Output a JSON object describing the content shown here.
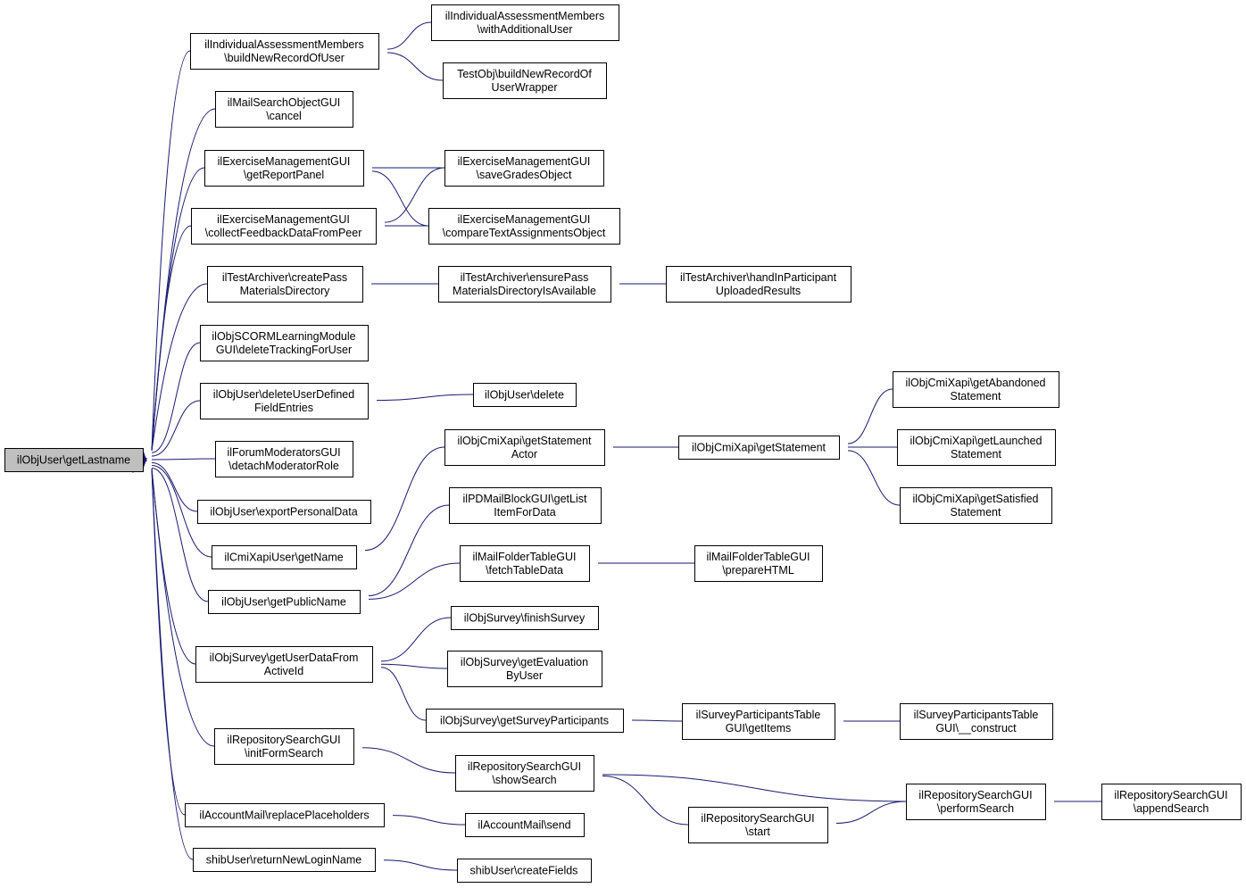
{
  "nodes": [
    {
      "id": "root",
      "lines": [
        "ilObjUser\\getLastname"
      ],
      "root": true
    },
    {
      "id": "n1",
      "lines": [
        "ilIndividualAssessmentMembers",
        "\\buildNewRecordOfUser"
      ]
    },
    {
      "id": "n2",
      "lines": [
        "ilMailSearchObjectGUI",
        "\\cancel"
      ]
    },
    {
      "id": "n3",
      "lines": [
        "ilExerciseManagementGUI",
        "\\getReportPanel"
      ]
    },
    {
      "id": "n4",
      "lines": [
        "ilExerciseManagementGUI",
        "\\collectFeedbackDataFromPeer"
      ]
    },
    {
      "id": "n5",
      "lines": [
        "ilTestArchiver\\createPass",
        "MaterialsDirectory"
      ]
    },
    {
      "id": "n6",
      "lines": [
        "ilObjSCORMLearningModule",
        "GUI\\deleteTrackingForUser"
      ]
    },
    {
      "id": "n7",
      "lines": [
        "ilObjUser\\deleteUserDefined",
        "FieldEntries"
      ]
    },
    {
      "id": "n8",
      "lines": [
        "ilForumModeratorsGUI",
        "\\detachModeratorRole"
      ]
    },
    {
      "id": "n9",
      "lines": [
        "ilObjUser\\exportPersonalData"
      ]
    },
    {
      "id": "n10",
      "lines": [
        "ilCmiXapiUser\\getName"
      ]
    },
    {
      "id": "n11",
      "lines": [
        "ilObjUser\\getPublicName"
      ]
    },
    {
      "id": "n12",
      "lines": [
        "ilObjSurvey\\getUserDataFrom",
        "ActiveId"
      ]
    },
    {
      "id": "n13",
      "lines": [
        "ilRepositorySearchGUI",
        "\\initFormSearch"
      ]
    },
    {
      "id": "n14",
      "lines": [
        "ilAccountMail\\replacePlaceholders"
      ]
    },
    {
      "id": "n15",
      "lines": [
        "shibUser\\returnNewLoginName"
      ]
    },
    {
      "id": "m1",
      "lines": [
        "ilIndividualAssessmentMembers",
        "\\withAdditionalUser"
      ]
    },
    {
      "id": "m2",
      "lines": [
        "TestObj\\buildNewRecordOf",
        "UserWrapper"
      ]
    },
    {
      "id": "m3",
      "lines": [
        "ilExerciseManagementGUI",
        "\\saveGradesObject"
      ]
    },
    {
      "id": "m4",
      "lines": [
        "ilExerciseManagementGUI",
        "\\compareTextAssignmentsObject"
      ]
    },
    {
      "id": "m5",
      "lines": [
        "ilTestArchiver\\ensurePass",
        "MaterialsDirectoryIsAvailable"
      ]
    },
    {
      "id": "m6",
      "lines": [
        "ilObjUser\\delete"
      ]
    },
    {
      "id": "m7",
      "lines": [
        "ilObjCmiXapi\\getStatement",
        "Actor"
      ]
    },
    {
      "id": "m8",
      "lines": [
        "ilPDMailBlockGUI\\getList",
        "ItemForData"
      ]
    },
    {
      "id": "m9",
      "lines": [
        "ilMailFolderTableGUI",
        "\\fetchTableData"
      ]
    },
    {
      "id": "m10",
      "lines": [
        "ilObjSurvey\\finishSurvey"
      ]
    },
    {
      "id": "m11",
      "lines": [
        "ilObjSurvey\\getEvaluation",
        "ByUser"
      ]
    },
    {
      "id": "m12",
      "lines": [
        "ilObjSurvey\\getSurveyParticipants"
      ]
    },
    {
      "id": "m13",
      "lines": [
        "ilRepositorySearchGUI",
        "\\showSearch"
      ]
    },
    {
      "id": "m14",
      "lines": [
        "ilAccountMail\\send"
      ]
    },
    {
      "id": "m15",
      "lines": [
        "shibUser\\createFields"
      ]
    },
    {
      "id": "k1",
      "lines": [
        "ilTestArchiver\\handInParticipant",
        "UploadedResults"
      ]
    },
    {
      "id": "k2",
      "lines": [
        "ilObjCmiXapi\\getStatement"
      ]
    },
    {
      "id": "k3",
      "lines": [
        "ilMailFolderTableGUI",
        "\\prepareHTML"
      ]
    },
    {
      "id": "k4",
      "lines": [
        "ilSurveyParticipantsTable",
        "GUI\\getItems"
      ]
    },
    {
      "id": "k5",
      "lines": [
        "ilRepositorySearchGUI",
        "\\start"
      ]
    },
    {
      "id": "j1",
      "lines": [
        "ilObjCmiXapi\\getAbandoned",
        "Statement"
      ]
    },
    {
      "id": "j2",
      "lines": [
        "ilObjCmiXapi\\getLaunched",
        "Statement"
      ]
    },
    {
      "id": "j3",
      "lines": [
        "ilObjCmiXapi\\getSatisfied",
        "Statement"
      ]
    },
    {
      "id": "j4",
      "lines": [
        "ilSurveyParticipantsTable",
        "GUI\\__construct"
      ]
    },
    {
      "id": "j5",
      "lines": [
        "ilRepositorySearchGUI",
        "\\performSearch"
      ]
    },
    {
      "id": "i1",
      "lines": [
        "ilRepositorySearchGUI",
        "\\appendSearch"
      ]
    }
  ],
  "edges": [
    [
      "n1",
      "root"
    ],
    [
      "n2",
      "root"
    ],
    [
      "n3",
      "root"
    ],
    [
      "n4",
      "root"
    ],
    [
      "n5",
      "root"
    ],
    [
      "n6",
      "root"
    ],
    [
      "n7",
      "root"
    ],
    [
      "n8",
      "root"
    ],
    [
      "n9",
      "root"
    ],
    [
      "n10",
      "root"
    ],
    [
      "n11",
      "root"
    ],
    [
      "n12",
      "root"
    ],
    [
      "n13",
      "root"
    ],
    [
      "n14",
      "root"
    ],
    [
      "n15",
      "root"
    ],
    [
      "m1",
      "n1"
    ],
    [
      "m2",
      "n1"
    ],
    [
      "m3",
      "n3"
    ],
    [
      "m4",
      "n3"
    ],
    [
      "m3",
      "n4"
    ],
    [
      "m4",
      "n4"
    ],
    [
      "m5",
      "n5"
    ],
    [
      "m6",
      "n7"
    ],
    [
      "m7",
      "n10"
    ],
    [
      "m8",
      "n11"
    ],
    [
      "m9",
      "n11"
    ],
    [
      "m10",
      "n12"
    ],
    [
      "m11",
      "n12"
    ],
    [
      "m12",
      "n12"
    ],
    [
      "m13",
      "n13"
    ],
    [
      "m14",
      "n14"
    ],
    [
      "m15",
      "n15"
    ],
    [
      "k1",
      "m5"
    ],
    [
      "k2",
      "m7"
    ],
    [
      "k3",
      "m9"
    ],
    [
      "k4",
      "m12"
    ],
    [
      "k5",
      "m13"
    ],
    [
      "j5",
      "m13"
    ],
    [
      "j1",
      "k2"
    ],
    [
      "j2",
      "k2"
    ],
    [
      "j3",
      "k2"
    ],
    [
      "j4",
      "k4"
    ],
    [
      "j5",
      "k5"
    ],
    [
      "i1",
      "j5"
    ]
  ]
}
